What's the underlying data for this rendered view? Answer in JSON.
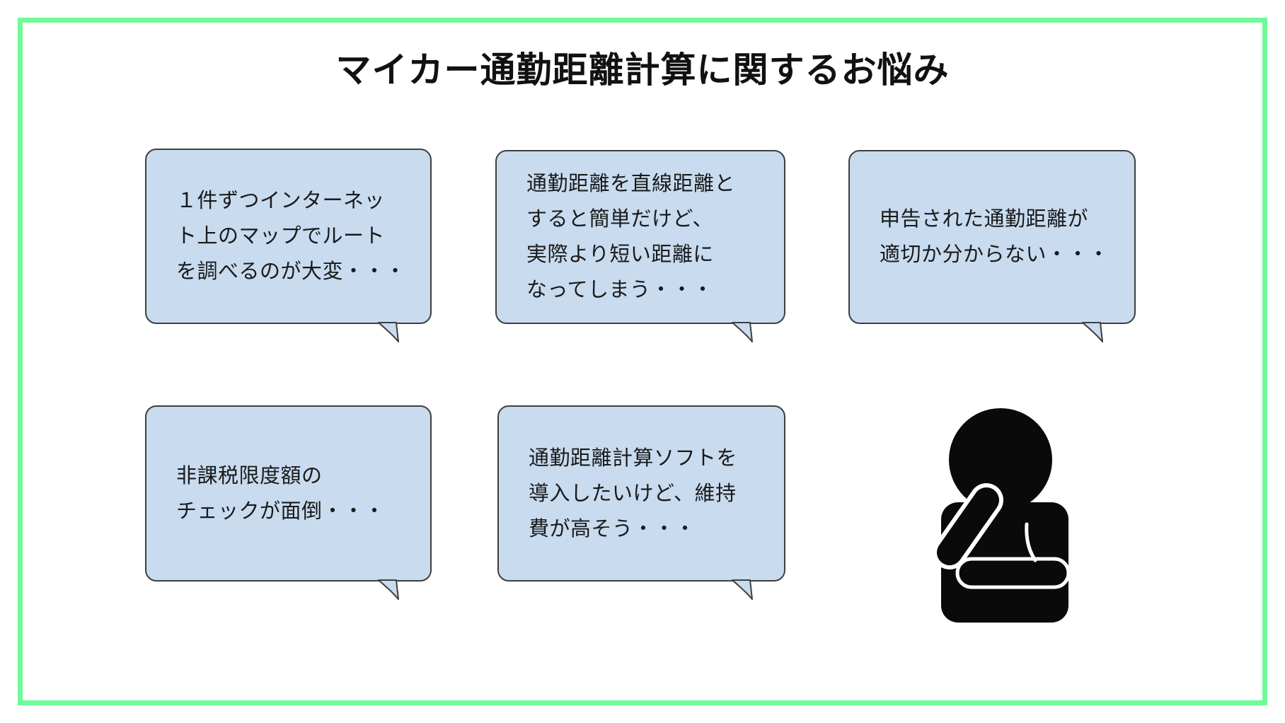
{
  "title": "マイカー通勤距離計算に関するお悩み",
  "bubbles": [
    {
      "text": "１件ずつインターネッ\nト上のマップでルート\nを調べるのが大変・・・"
    },
    {
      "text": "通勤距離を直線距離と\nすると簡単だけど、\n実際より短い距離に\nなってしまう・・・"
    },
    {
      "text": "申告された通勤距離が\n適切か分からない・・・"
    },
    {
      "text": "非課税限度額の\nチェックが面倒・・・"
    },
    {
      "text": "通勤距離計算ソフトを\n導入したいけど、維持\n費が高そう・・・"
    }
  ],
  "icons": {
    "thinking_person": "thinking-person-icon"
  },
  "colors": {
    "frame_green": "#6efb98",
    "bubble_fill": "#c8dbef",
    "bubble_border": "#3f3f3f",
    "text_black": "#1a1a1a",
    "person_black": "#0a0a0a"
  }
}
